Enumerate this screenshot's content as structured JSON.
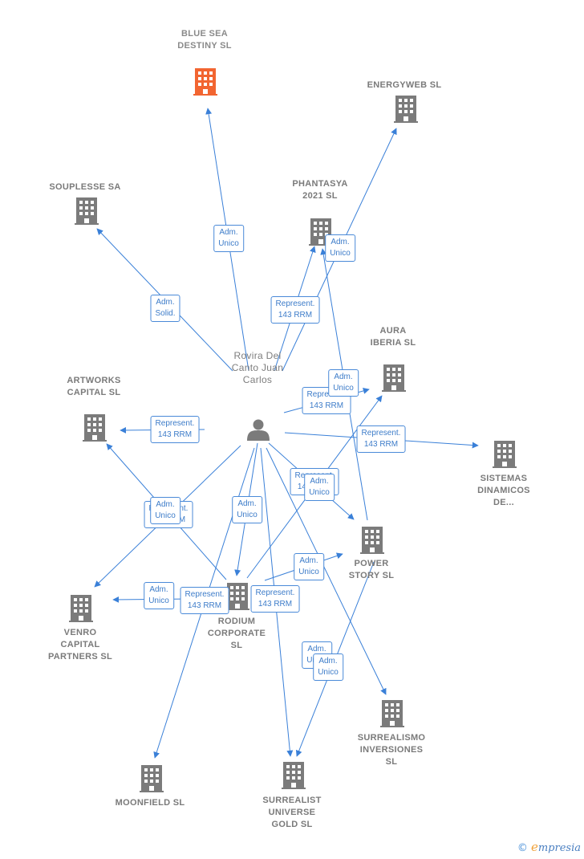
{
  "colors": {
    "edge": "#3a80d8",
    "building": "#7b7b7b",
    "main_building": "#f26531",
    "person": "#7b7b7b"
  },
  "person": {
    "id": "rovira",
    "label": [
      "Rovira Del",
      "Canto Juan",
      "Carlos"
    ]
  },
  "companies": [
    {
      "id": "bluesea",
      "label": [
        "BLUE SEA",
        "DESTINY  SL"
      ],
      "main": true
    },
    {
      "id": "energyweb",
      "label": [
        "ENERGYWEB SL"
      ]
    },
    {
      "id": "souplesse",
      "label": [
        "SOUPLESSE SA"
      ]
    },
    {
      "id": "phantasya",
      "label": [
        "PHANTASYA",
        "2021  SL"
      ]
    },
    {
      "id": "aura",
      "label": [
        "AURA",
        "IBERIA  SL"
      ]
    },
    {
      "id": "artworks",
      "label": [
        "ARTWORKS",
        "CAPITAL  SL"
      ]
    },
    {
      "id": "sistemas",
      "label": [
        "SISTEMAS",
        "DINAMICOS",
        "DE..."
      ]
    },
    {
      "id": "power",
      "label": [
        "POWER",
        "STORY  SL"
      ]
    },
    {
      "id": "venro",
      "label": [
        "VENRO",
        "CAPITAL",
        "PARTNERS  SL"
      ]
    },
    {
      "id": "rodium",
      "label": [
        "RODIUM",
        "CORPORATE",
        "SL"
      ]
    },
    {
      "id": "surrealismo",
      "label": [
        "SURREALISMO",
        "INVERSIONES",
        "SL"
      ]
    },
    {
      "id": "moonfield",
      "label": [
        "MOONFIELD SL"
      ]
    },
    {
      "id": "surrealist",
      "label": [
        "SURREALIST",
        "UNIVERSE",
        "GOLD  SL"
      ]
    }
  ],
  "relations": [
    {
      "from": "rovira",
      "to": "bluesea",
      "label": [
        "Adm.",
        "Unico"
      ]
    },
    {
      "from": "rovira",
      "to": "energyweb",
      "label": [
        "Adm.",
        "Unico"
      ]
    },
    {
      "from": "rovira",
      "to": "souplesse",
      "label": [
        "Adm.",
        "Solid."
      ]
    },
    {
      "from": "rovira",
      "to": "phantasya",
      "label": [
        "Represent.",
        "143 RRM"
      ]
    },
    {
      "from": "rovira",
      "to": "aura",
      "label": [
        "Represent.",
        "143 RRM"
      ]
    },
    {
      "from": "power",
      "to": "phantasya",
      "label": [
        "Adm.",
        "Unico"
      ]
    },
    {
      "from": "rovira",
      "to": "artworks",
      "label": [
        "Represent.",
        "143 RRM"
      ]
    },
    {
      "from": "rovira",
      "to": "sistemas",
      "label": [
        "Represent.",
        "143 RRM"
      ]
    },
    {
      "from": "rovira",
      "to": "power",
      "label": [
        "Represent.",
        "143 RRM"
      ]
    },
    {
      "from": "rodium",
      "to": "aura",
      "label": [
        "Adm.",
        "Unico"
      ]
    },
    {
      "from": "rovira",
      "to": "rodium",
      "label": [
        "Adm.",
        "Unico"
      ]
    },
    {
      "from": "rovira",
      "to": "venro",
      "label": [
        "Represent.",
        "143 RRM"
      ]
    },
    {
      "from": "rodium",
      "to": "artworks",
      "label": [
        "Adm.",
        "Unico"
      ]
    },
    {
      "from": "rodium",
      "to": "venro",
      "label": [
        "Adm.",
        "Unico"
      ]
    },
    {
      "from": "rodium",
      "to": "power",
      "label": [
        "Adm.",
        "Unico"
      ]
    },
    {
      "from": "rovira",
      "to": "moonfield",
      "label": [
        "Represent.",
        "143 RRM"
      ]
    },
    {
      "from": "rovira",
      "to": "surrealist",
      "label": [
        "Represent.",
        "143 RRM"
      ]
    },
    {
      "from": "rovira",
      "to": "surrealismo",
      "label": [
        "Adm.",
        "Unico"
      ]
    },
    {
      "from": "power",
      "to": "surrealist",
      "label": [
        "Adm.",
        "Unico"
      ]
    }
  ],
  "footer": {
    "copyright": "©",
    "brand_initial": "e",
    "brand_rest": "mpresia"
  }
}
